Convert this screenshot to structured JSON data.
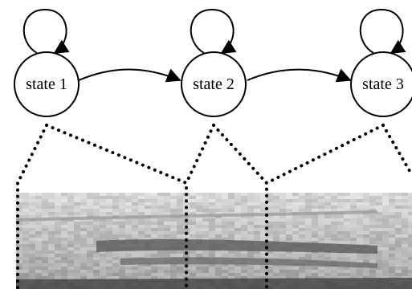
{
  "diagram": {
    "type": "hmm-state-chain-with-spectrogram",
    "states": [
      {
        "id": "s1",
        "label": "state 1"
      },
      {
        "id": "s2",
        "label": "state 2"
      },
      {
        "id": "s3",
        "label": "state 3"
      }
    ],
    "edges": [
      {
        "from": "s1",
        "to": "s1",
        "kind": "self-loop"
      },
      {
        "from": "s1",
        "to": "s2",
        "kind": "transition"
      },
      {
        "from": "s2",
        "to": "s2",
        "kind": "self-loop"
      },
      {
        "from": "s2",
        "to": "s3",
        "kind": "transition"
      },
      {
        "from": "s3",
        "to": "s3",
        "kind": "self-loop"
      }
    ],
    "spectrogram": {
      "segments": 3,
      "colormap": "grayscale"
    }
  }
}
